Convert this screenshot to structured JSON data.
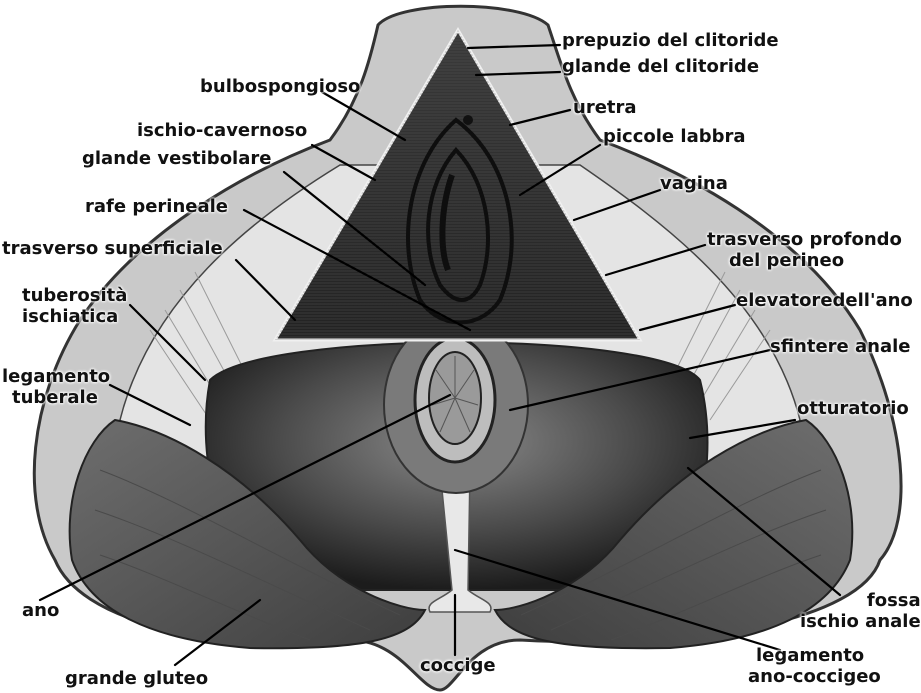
{
  "labels": {
    "prepuzio_clitoride": "prepuzio del clitoride",
    "glande_clitoride": "glande del clitoride",
    "bulbospongioso": "bulbospongioso",
    "uretra": "uretra",
    "ischio_cavernoso": "ischio-cavernoso",
    "piccole_labbra": "piccole labbra",
    "glande_vestibolare": "glande vestibolare",
    "vagina": "vagina",
    "rafe_perineale": "rafe perineale",
    "trasverso_profondo_1": "trasverso profondo",
    "trasverso_profondo_2": "del perineo",
    "trasverso_superficiale": "trasverso superficiale",
    "elevatore_ano": "elevatoredell'ano",
    "tuberosita_1": "tuberosità",
    "tuberosita_2": "ischiatica",
    "sfintere_anale": "sfintere anale",
    "legamento_tuberale_1": "legamento",
    "legamento_tuberale_2": "tuberale",
    "otturatorio": "otturatorio",
    "ano": "ano",
    "fossa_1": "fossa",
    "fossa_2": "ischio anale",
    "grande_gluteo": "grande gluteo",
    "coccige": "coccige",
    "legamento_ano_1": "legamento",
    "legamento_ano_2": "ano-coccigeo"
  },
  "colors": {
    "background": "#ffffff",
    "muscle_dark": "#3a3a3a",
    "muscle_mid": "#6b6b6b",
    "gluteus": "#5e5e5e",
    "fascia_light": "#e4e4e4",
    "triangle": "#2b2b2b",
    "label_text": "#111111"
  }
}
